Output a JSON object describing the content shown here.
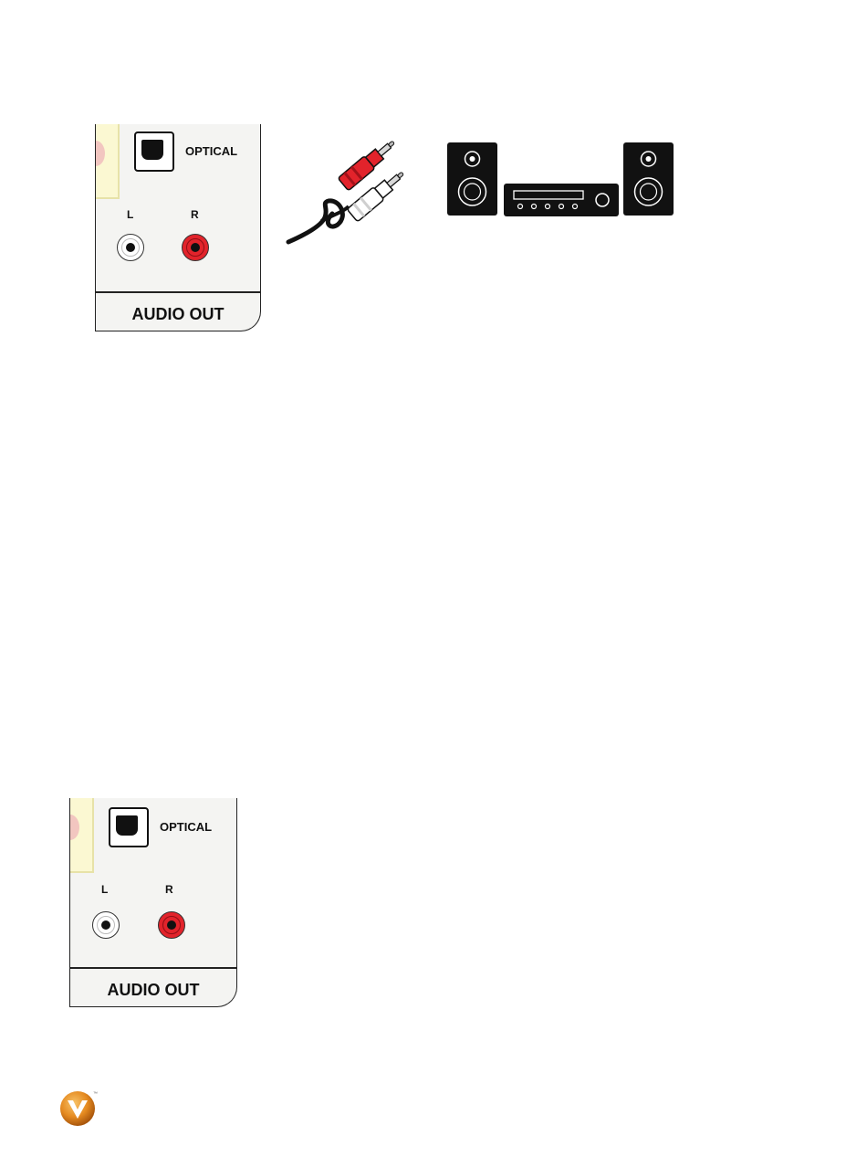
{
  "top_panel": {
    "optical_label": "OPTICAL",
    "left_label": "L",
    "right_label": "R",
    "section_label": "AUDIO OUT"
  },
  "bottom_panel": {
    "optical_label": "OPTICAL",
    "left_label": "L",
    "right_label": "R",
    "section_label": "AUDIO OUT"
  },
  "illustrations": {
    "cable": "rca-audio-cable-icon",
    "stereo": "stereo-system-icon",
    "logo": "vizio-logo-icon"
  },
  "colors": {
    "jack_red": "#e2232b",
    "jack_white": "#ffffff",
    "logo_orange": "#e58a20"
  }
}
